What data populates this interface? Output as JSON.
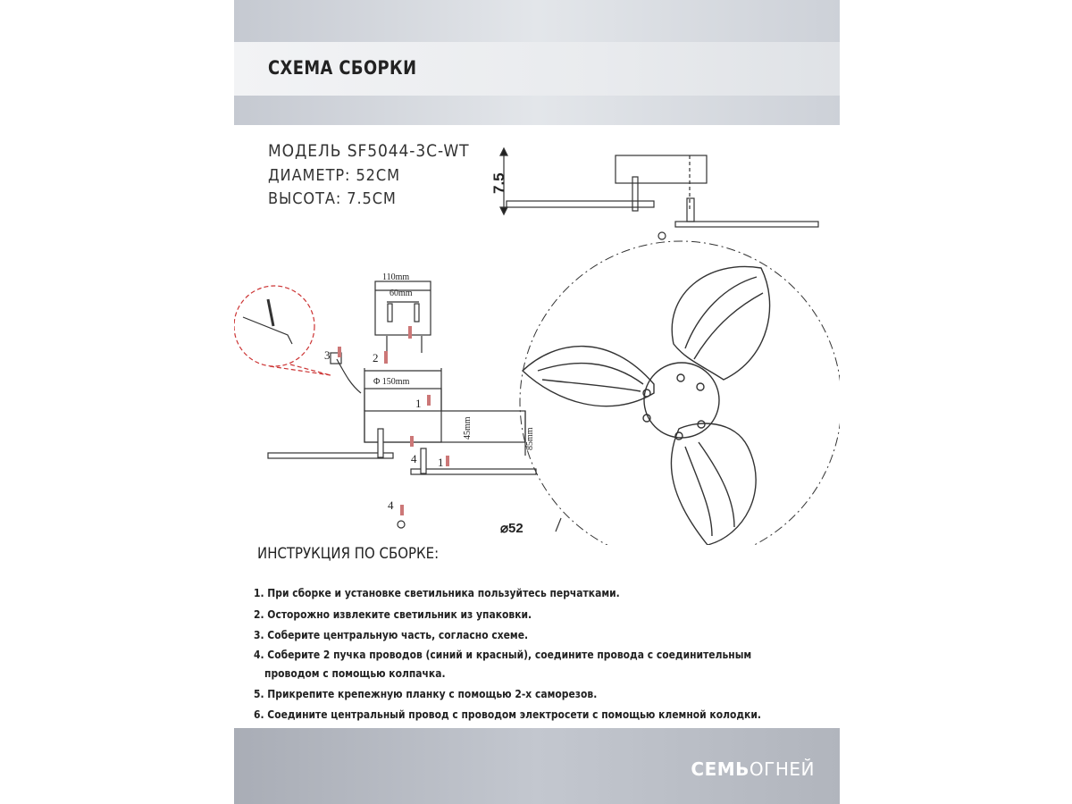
{
  "header": {
    "title": "СХЕМА СБОРКИ"
  },
  "specs": {
    "model": "МОДЕЛЬ SF5044-3C-WT",
    "diameter": "ДИАМЕТР: 52СМ",
    "height": "ВЫСОТА: 7.5СМ"
  },
  "diagram": {
    "height_label": "7.5",
    "bracket_width": "110mm",
    "bracket_holes": "60mm",
    "base_diameter": "Φ 150mm",
    "base_height": "45mm",
    "total_height": "85mm",
    "diameter_label": "⌀52",
    "step_numbers": [
      "1",
      "2",
      "3",
      "4",
      "1",
      "4"
    ]
  },
  "instructions": {
    "heading": "ИНСТРУКЦИЯ ПО СБОРКЕ:",
    "steps": [
      "1. При сборке и установке светильника пользуйтесь перчатками.",
      "2. Осторожно извлеките светильник из упаковки.",
      "3. Соберите центральную часть, согласно схеме.",
      "4. Соберите 2 пучка проводов (синий и красный), соедините провода с соединительным",
      "проводом с помощью колпачка.",
      "5. Прикрепите крепежную планку с помощью 2-х саморезов.",
      "6. Соедините центральный провод с проводом электросети с помощью клемной колодки."
    ]
  },
  "footer": {
    "logo_bold": "СЕМЬ",
    "logo_light": "ОГНЕЙ"
  }
}
